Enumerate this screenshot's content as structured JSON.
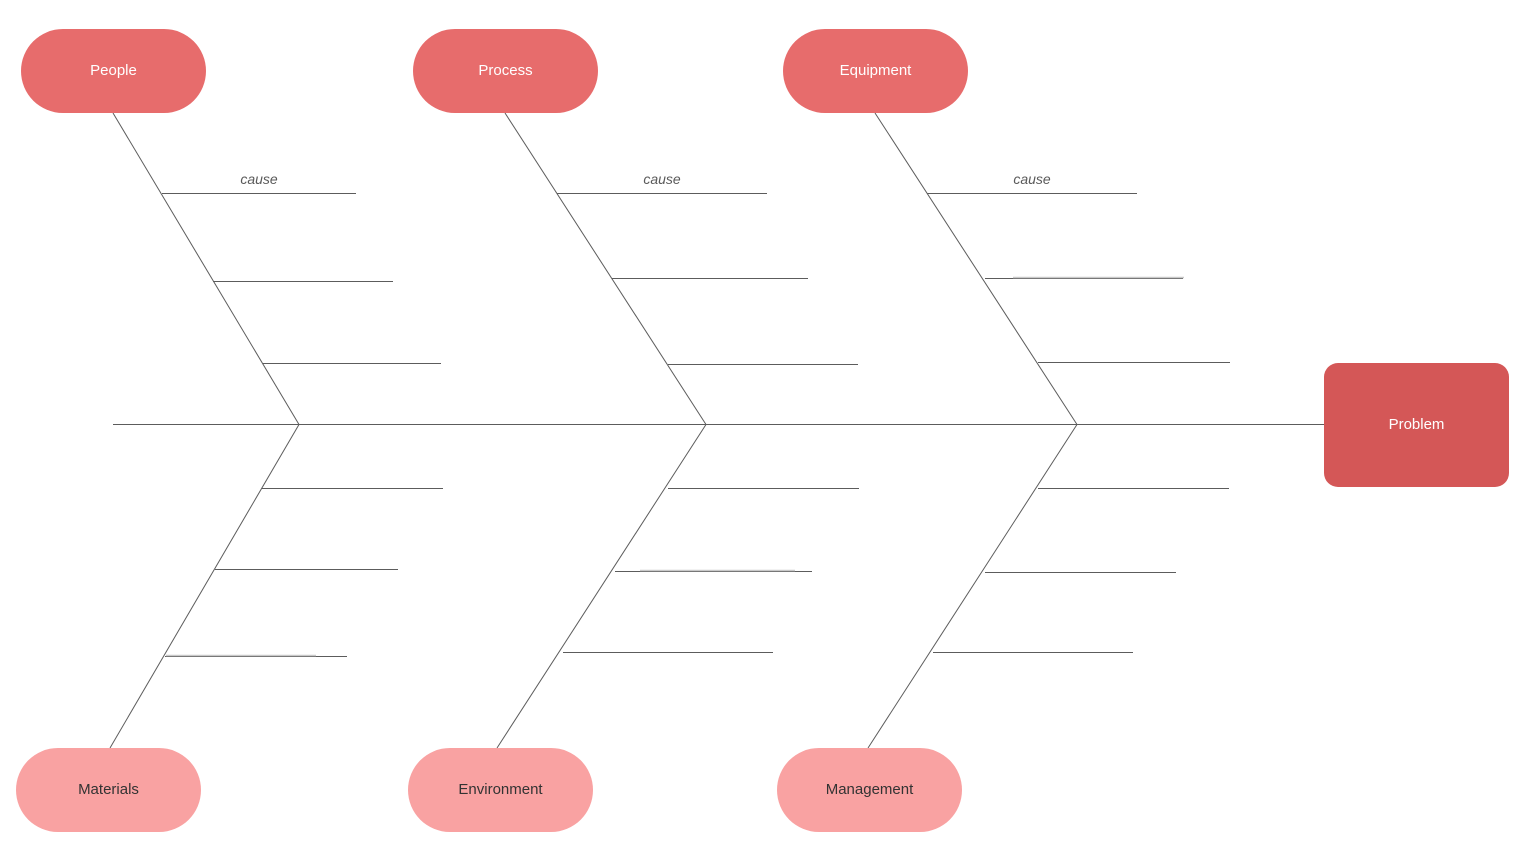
{
  "diagram": {
    "type": "fishbone-cause-effect",
    "problem_label": "Problem",
    "cause_label": "cause",
    "top_categories": [
      {
        "label": "People"
      },
      {
        "label": "Process"
      },
      {
        "label": "Equipment"
      }
    ],
    "bottom_categories": [
      {
        "label": "Materials"
      },
      {
        "label": "Environment"
      },
      {
        "label": "Management"
      }
    ],
    "branch_counts": {
      "per_top_category": 3,
      "per_bottom_category": 3
    },
    "colors": {
      "top_category_fill": "#e76c6c",
      "bottom_category_fill": "#f9a2a2",
      "problem_fill": "#d45757",
      "line": "#5c5c5c",
      "line_light": "#c9c9c9",
      "cause_text": "#595959",
      "top_category_text": "#ffffff",
      "bottom_category_text": "#333333"
    }
  }
}
